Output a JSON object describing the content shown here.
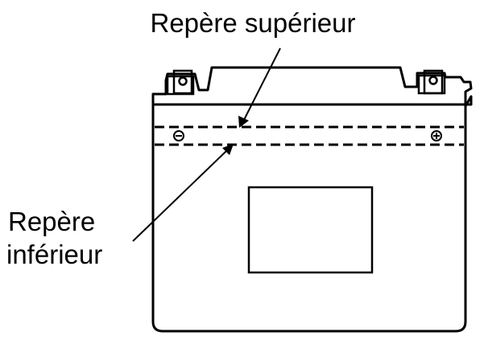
{
  "labels": {
    "upper_mark": "Repère supérieur",
    "lower_mark_line1": "Repère",
    "lower_mark_line2": "inférieur"
  },
  "icons": {
    "terminal_left": "terminal-icon",
    "terminal_right": "terminal-icon",
    "negative_symbol": "minus-circle-icon",
    "positive_symbol": "plus-circle-icon"
  },
  "colors": {
    "line": "#000000",
    "background": "#ffffff"
  }
}
